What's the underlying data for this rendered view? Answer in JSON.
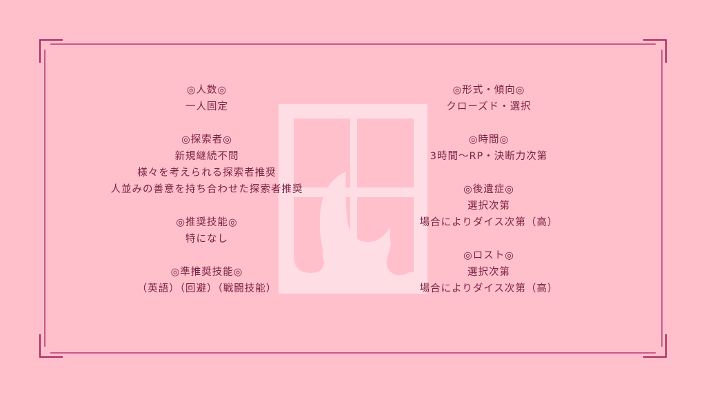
{
  "colors": {
    "background": "#ffc0cc",
    "text": "#7a2142",
    "frame_line": "#c9598a",
    "corner_bracket": "#a8285e",
    "window_graphic": "#ffdde5"
  },
  "window_graphic": {
    "icon": "window-with-flame-icon"
  },
  "left_column": [
    {
      "heading": "◎人数◎",
      "lines": [
        "一人固定"
      ]
    },
    {
      "heading": "◎探索者◎",
      "lines": [
        "新規継続不問",
        "様々を考えられる探索者推奨",
        "人並みの善意を持ち合わせた探索者推奨"
      ]
    },
    {
      "heading": "◎推奨技能◎",
      "lines": [
        "特になし"
      ]
    },
    {
      "heading": "◎準推奨技能◎",
      "lines": [
        "（英語）（回避）（戦闘技能）"
      ]
    }
  ],
  "right_column": [
    {
      "heading": "◎形式・傾向◎",
      "lines": [
        "クローズド・選択"
      ]
    },
    {
      "heading": "◎時間◎",
      "lines": [
        "3時間〜RP・決断力次第"
      ]
    },
    {
      "heading": "◎後遺症◎",
      "lines": [
        "選択次第",
        "場合によりダイス次第（高）"
      ]
    },
    {
      "heading": "◎ロスト◎",
      "lines": [
        "選択次第",
        "場合によりダイス次第（高）"
      ]
    }
  ]
}
